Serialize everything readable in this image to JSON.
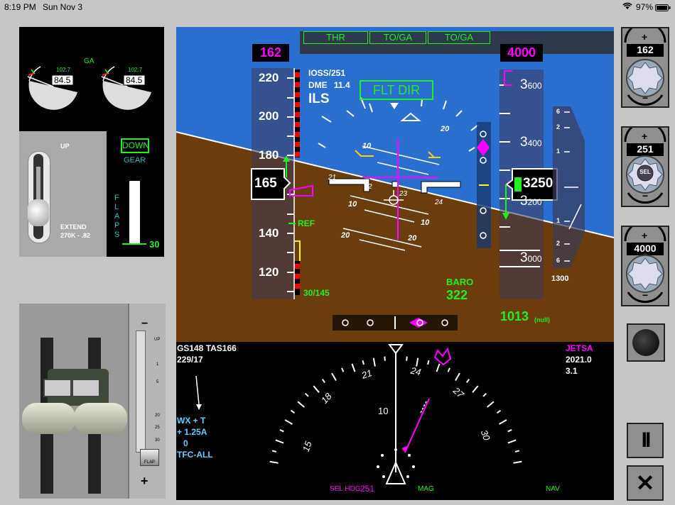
{
  "status": {
    "time": "8:19 PM",
    "date": "Sun Nov 3",
    "battery": "97%"
  },
  "engine": {
    "label": "GA",
    "n1_left_small": "102.7",
    "n1_left": "84.5",
    "n1_right_small": "102.7",
    "n1_right": "84.5"
  },
  "gear": {
    "up": "UP",
    "extend": "EXTEND",
    "extend_speed": "270K - .82",
    "state": "DOWN",
    "label": "GEAR"
  },
  "flaps": {
    "label": "FLAPS",
    "value": "30"
  },
  "flap_scale": [
    "UP",
    "1",
    "5",
    "20",
    "25",
    "30"
  ],
  "flap_lever_label": "FLAP",
  "throttle_minus": "−",
  "throttle_plus": "+",
  "fma": [
    "THR",
    "TO/GA",
    "TO/GA"
  ],
  "pfd": {
    "sel_speed": "162",
    "sel_alt": "4000",
    "approach": "IOSS/251",
    "dme_label": "DME",
    "dme_value": "11.4",
    "mode": "ILS",
    "flt_dir": "FLT DIR",
    "speed_ticks": [
      "220",
      "200",
      "180",
      "140",
      "120"
    ],
    "current_speed": "165",
    "ref_label": "REF",
    "vref": "30/145",
    "alt_ticks": [
      {
        "big": "3",
        "small": "600"
      },
      {
        "big": "3",
        "small": "400"
      },
      {
        "big": "3",
        "small": "200"
      },
      {
        "big": "3",
        "small": "000"
      }
    ],
    "current_alt": "3250",
    "baro_label": "BARO",
    "baro_value": "322",
    "qnh": "1013",
    "qnh_unit": "(null)",
    "vs_labels": [
      "6",
      "2",
      "1",
      "1",
      "2",
      "6"
    ],
    "vs_value": "1300",
    "pitch_labels": [
      "20",
      "10",
      "10",
      "20"
    ],
    "heading_marks": [
      "21",
      "2",
      "23",
      "24"
    ],
    "bank_labels": [
      "10",
      "20"
    ]
  },
  "nd": {
    "gs_tas": "GS148  TAS166",
    "wind": "229/17",
    "wx_lines": [
      "WX + T",
      "+ 1.25A",
      "0",
      "TFC-ALL"
    ],
    "waypoint": "JETSA",
    "wpt_dist": "2021.0",
    "wpt_time": "3.1",
    "compass": [
      "15",
      "18",
      "21",
      "24",
      "27",
      "30"
    ],
    "range": "10",
    "sel_hdg_label": "SEL HDG",
    "sel_hdg_value": "251",
    "mag": "MAG",
    "nav": "NAV"
  },
  "knobs": {
    "speed": "162",
    "heading": "251",
    "sel": "SEL",
    "altitude": "4000",
    "plus": "+",
    "minus": "−"
  },
  "controls": {
    "pause": "II",
    "close": "✕"
  },
  "colors": {
    "sky": "#2a6fd0",
    "ground": "#6b3c0c",
    "magenta": "#ff00ff",
    "green": "#22ee22",
    "cyan": "#66ccff"
  }
}
